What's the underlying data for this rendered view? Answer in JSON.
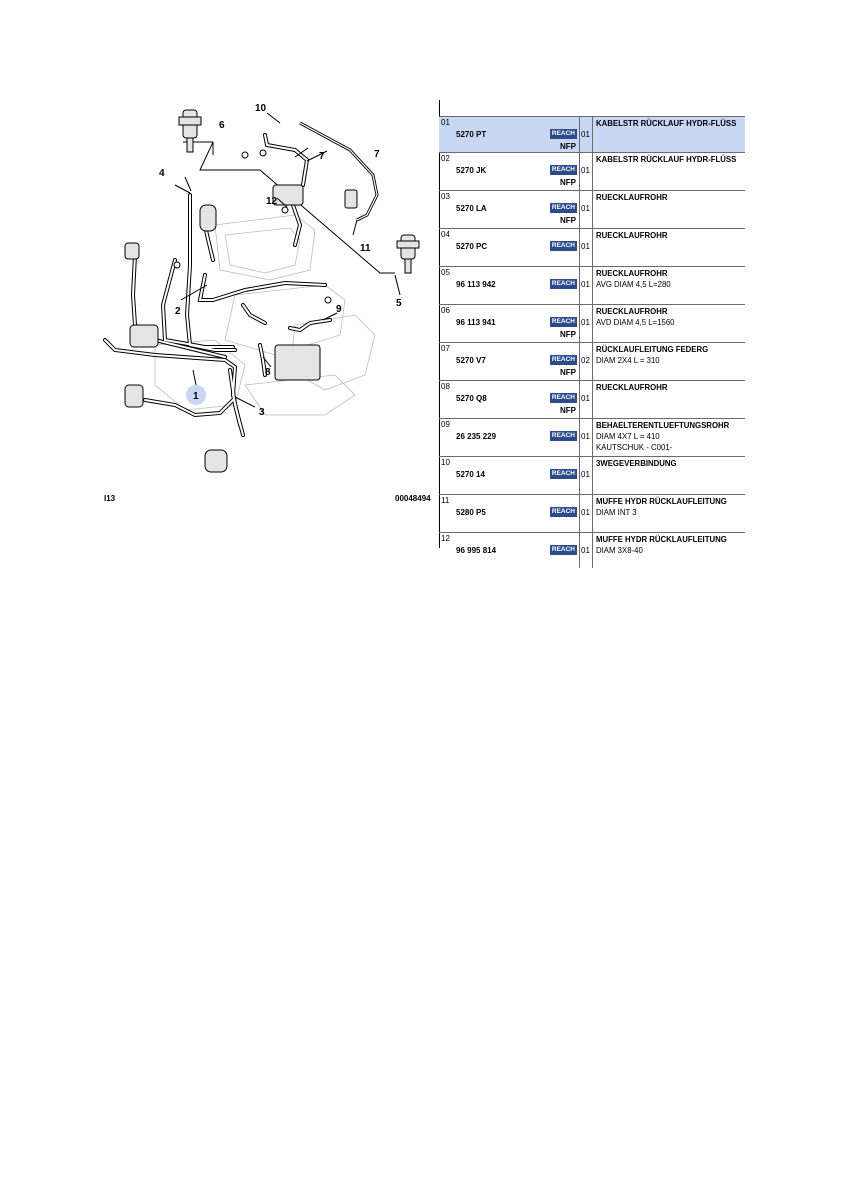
{
  "diagram": {
    "callouts": [
      "1",
      "2",
      "3",
      "4",
      "5",
      "6",
      "7",
      "7",
      "8",
      "9",
      "10",
      "11",
      "12"
    ],
    "footer_left": "I13",
    "footer_right": "00048494"
  },
  "parts": [
    {
      "pos": "01",
      "ref": "5270 PT",
      "reach": "REACH",
      "qty": "01",
      "nfp": "NFP",
      "title": "KABELSTR RÜCKLAUF HYDR-FLÜSS",
      "desc": [],
      "selected": true
    },
    {
      "pos": "02",
      "ref": "5270 JK",
      "reach": "REACH",
      "qty": "01",
      "nfp": "NFP",
      "title": "KABELSTR RÜCKLAUF HYDR-FLÜSS",
      "desc": []
    },
    {
      "pos": "03",
      "ref": "5270 LA",
      "reach": "REACH",
      "qty": "01",
      "nfp": "NFP",
      "title": "RUECKLAUFROHR",
      "desc": []
    },
    {
      "pos": "04",
      "ref": "5270 PC",
      "reach": "REACH",
      "qty": "01",
      "nfp": "",
      "title": "RUECKLAUFROHR",
      "desc": []
    },
    {
      "pos": "05",
      "ref": "96 113 942",
      "reach": "REACH",
      "qty": "01",
      "nfp": "",
      "title": "RUECKLAUFROHR",
      "desc": [
        "AVG DIAM 4,5 L=280"
      ]
    },
    {
      "pos": "06",
      "ref": "96 113 941",
      "reach": "REACH",
      "qty": "01",
      "nfp": "NFP",
      "title": "RUECKLAUFROHR",
      "desc": [
        "AVD DIAM 4,5 L=1560"
      ]
    },
    {
      "pos": "07",
      "ref": "5270 V7",
      "reach": "REACH",
      "qty": "02",
      "nfp": "NFP",
      "title": "RÜCKLAUFLEITUNG FEDERG",
      "desc": [
        "DIAM 2X4 L = 310"
      ]
    },
    {
      "pos": "08",
      "ref": "5270 Q8",
      "reach": "REACH",
      "qty": "01",
      "nfp": "NFP",
      "title": "RUECKLAUFROHR",
      "desc": []
    },
    {
      "pos": "09",
      "ref": "26 235 229",
      "reach": "REACH",
      "qty": "01",
      "nfp": "",
      "title": "BEHAELTERENTLUEFTUNGSROHR",
      "desc": [
        "DIAM 4X7 L = 410",
        "KAUTSCHUK - C001-"
      ]
    },
    {
      "pos": "10",
      "ref": "5270 14",
      "reach": "REACH",
      "qty": "01",
      "nfp": "",
      "title": "3WEGEVERBINDUNG",
      "desc": []
    },
    {
      "pos": "11",
      "ref": "5280 P5",
      "reach": "REACH",
      "qty": "01",
      "nfp": "",
      "title": "MUFFE HYDR RÜCKLAUFLEITUNG",
      "desc": [
        "DIAM INT 3"
      ]
    },
    {
      "pos": "12",
      "ref": "96 995 814",
      "reach": "REACH",
      "qty": "01",
      "nfp": "",
      "title": "MUFFE HYDR RÜCKLAUFLEITUNG",
      "desc": [
        "DIAM 3X8-40"
      ]
    }
  ]
}
